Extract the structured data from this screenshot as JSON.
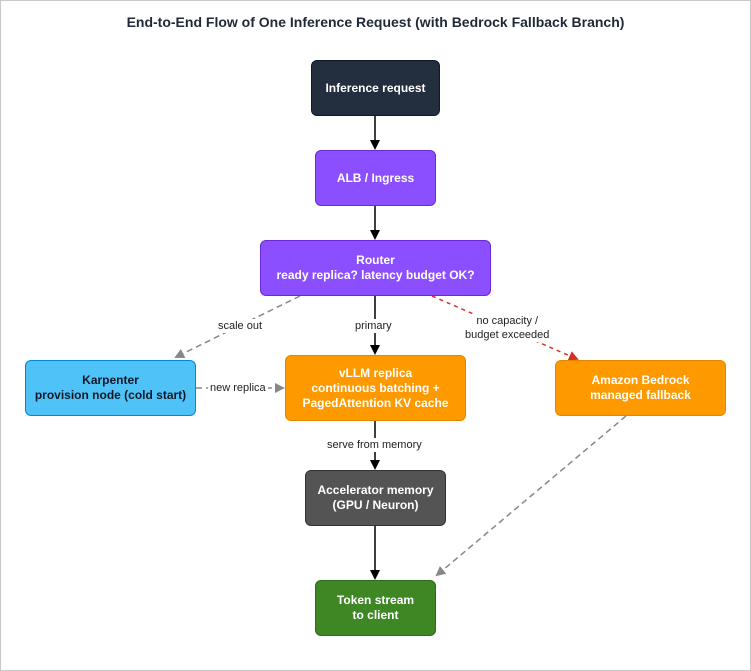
{
  "title": "End-to-End Flow of One Inference Request (with Bedrock Fallback Branch)",
  "nodes": {
    "request": {
      "label": "Inference request",
      "fill": "#232f3e",
      "stroke": "#111827",
      "text": "#ffffff"
    },
    "alb": {
      "label": "ALB / Ingress",
      "fill": "#8c4fff",
      "stroke": "#6d28d9",
      "text": "#ffffff"
    },
    "router": {
      "label": "Router\nready replica? latency budget OK?",
      "fill": "#8c4fff",
      "stroke": "#6d28d9",
      "text": "#ffffff"
    },
    "karpenter": {
      "label": "Karpenter\nprovision node (cold start)",
      "fill": "#4fc3f7",
      "stroke": "#0288d1",
      "text": "#111827"
    },
    "vllm": {
      "label": "vLLM replica\ncontinuous batching +\nPagedAttention KV cache",
      "fill": "#ff9900",
      "stroke": "#e08600",
      "text": "#ffffff"
    },
    "bedrock": {
      "label": "Amazon Bedrock\nmanaged fallback",
      "fill": "#ff9900",
      "stroke": "#e08600",
      "text": "#ffffff"
    },
    "memory": {
      "label": "Accelerator memory\n(GPU / Neuron)",
      "fill": "#545454",
      "stroke": "#333333",
      "text": "#ffffff"
    },
    "token": {
      "label": "Token stream\nto client",
      "fill": "#3f8624",
      "stroke": "#2e6b1a",
      "text": "#ffffff"
    }
  },
  "edges": {
    "scale_out": "scale out",
    "primary": "primary",
    "fallback": "no capacity /\nbudget exceeded",
    "new_replica": "new replica",
    "serve_from_memory": "serve from memory"
  },
  "colors": {
    "solid_edge": "#000000",
    "dashed_edge": "#888888",
    "fallback_edge": "#d93025"
  }
}
